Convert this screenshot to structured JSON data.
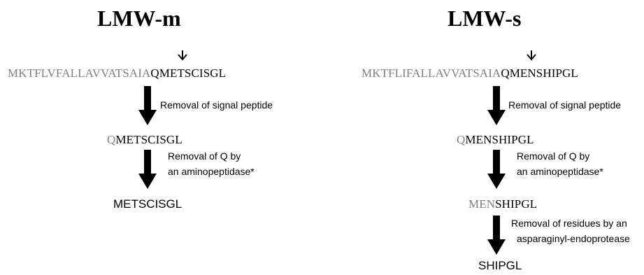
{
  "left": {
    "title": "LMW-m",
    "seq1": {
      "grey": "MKTFLVFALLAVVATSAIA",
      "black": "QMETSCISGL"
    },
    "step1": "Removal of signal peptide",
    "seq2": {
      "grey": "Q",
      "black": "METSCISGL"
    },
    "step2_line1": "Removal of Q by",
    "step2_line2": "an aminopeptidase*",
    "seq3": "METSCISGL"
  },
  "right": {
    "title": "LMW-s",
    "seq1": {
      "grey": "MKTFLIFALLAVVATSAIA",
      "black": "QMENSHIPGL"
    },
    "step1": "Removal of signal peptide",
    "seq2": {
      "grey": "Q",
      "black": "MENSHIPGL"
    },
    "step2_line1": "Removal of Q by",
    "step2_line2": "an aminopeptidase*",
    "seq3": {
      "grey": "MEN",
      "black": "SHIPGL"
    },
    "step3_line1": "Removal of residues by an",
    "step3_line2": "asparaginyl-endoprotease",
    "seq4": "SHIPGL"
  },
  "colors": {
    "removed": "#7f7f7f",
    "retained": "#000000"
  },
  "icons": {
    "cleavage_marker": "chevron-down-icon",
    "process_step": "arrow-down-icon"
  }
}
